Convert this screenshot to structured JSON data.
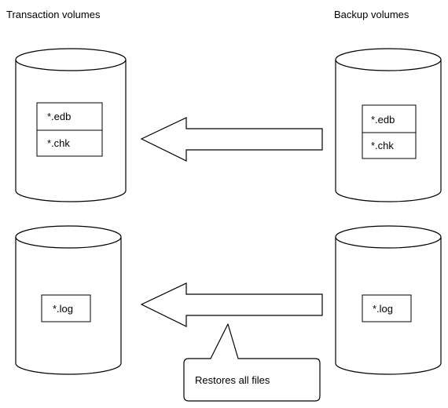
{
  "headings": {
    "left": "Transaction volumes",
    "right": "Backup volumes"
  },
  "volumes": {
    "transaction_top": {
      "files": [
        "*.edb",
        "*.chk"
      ]
    },
    "backup_top": {
      "files": [
        "*.edb",
        "*.chk"
      ]
    },
    "transaction_bottom": {
      "files": [
        "*.log"
      ]
    },
    "backup_bottom": {
      "files": [
        "*.log"
      ]
    }
  },
  "callout": {
    "text": "Restores all files"
  },
  "arrows": [
    "restore-arrow-top",
    "restore-arrow-bottom"
  ],
  "colors": {
    "stroke": "#000000",
    "fill": "#ffffff"
  }
}
